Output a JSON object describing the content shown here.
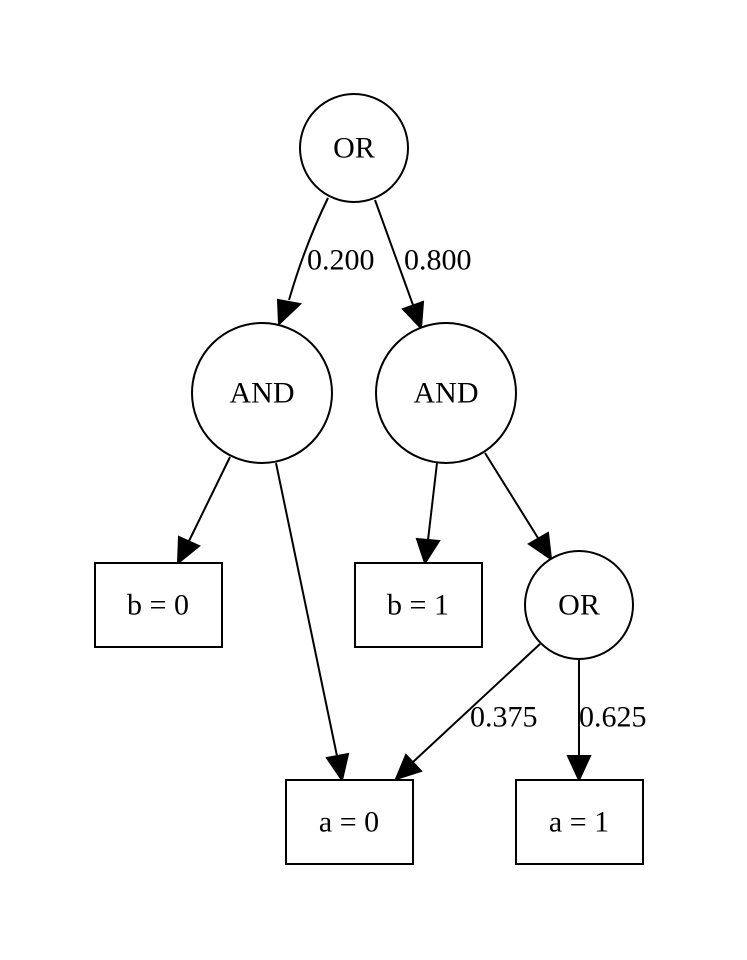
{
  "nodes": {
    "root_or": "OR",
    "and_left": "AND",
    "and_right": "AND",
    "inner_or": "OR",
    "b0": "b = 0",
    "b1": "b = 1",
    "a0": "a = 0",
    "a1": "a = 1"
  },
  "edges": {
    "root_to_and_left": "0.200",
    "root_to_and_right": "0.800",
    "inner_or_to_a0": "0.375",
    "inner_or_to_a1": "0.625"
  },
  "colors": {
    "stroke": "#000000",
    "background": "#ffffff"
  }
}
